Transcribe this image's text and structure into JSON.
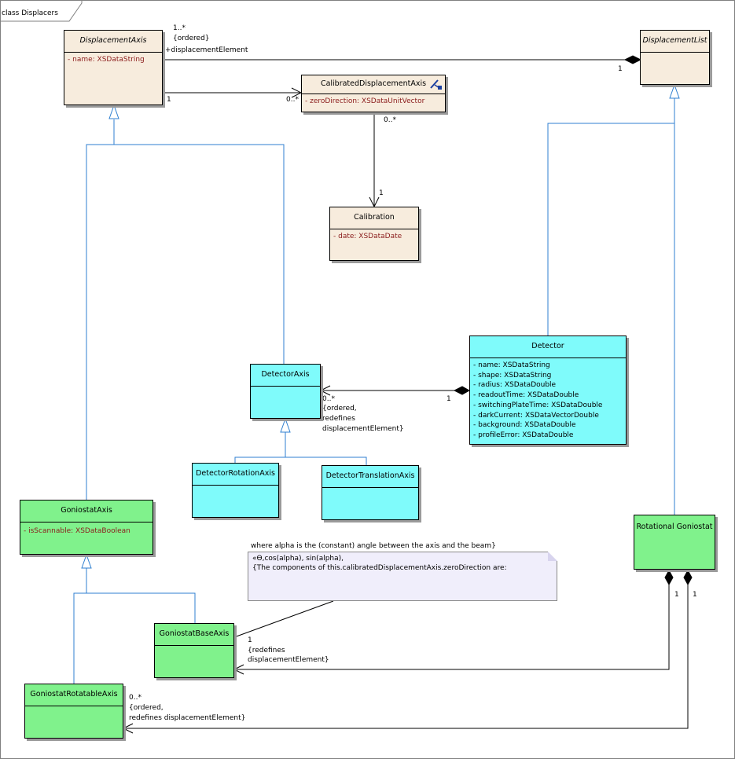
{
  "frame_title": "class Displacers",
  "classes": {
    "displacement_axis": {
      "name": "DisplacementAxis",
      "attrs": [
        "-   name:  XSDataString"
      ]
    },
    "calibrated_axis": {
      "name": "CalibratedDisplacementAxis",
      "attrs": [
        "-   zeroDirection:  XSDataUnitVector"
      ]
    },
    "calibration": {
      "name": "Calibration",
      "attrs": [
        "-   date:  XSDataDate"
      ]
    },
    "displacement_list": {
      "name": "DisplacementList",
      "attrs": []
    },
    "detector": {
      "name": "Detector",
      "attrs": [
        "-   name:  XSDataString",
        "-   shape:  XSDataString",
        "-   radius:  XSDataDouble",
        "-   readoutTime:  XSDataDouble",
        "-   switchingPlateTime:  XSDataDouble",
        "-   darkCurrent:  XSDataVectorDouble",
        "-   background:  XSDataDouble",
        "-   profileError:  XSDataDouble"
      ]
    },
    "detector_axis": {
      "name": "DetectorAxis",
      "attrs": []
    },
    "detector_rotation_axis": {
      "name": "DetectorRotationAxis",
      "attrs": []
    },
    "detector_translation_axis": {
      "name": "DetectorTranslationAxis",
      "attrs": []
    },
    "goniostat_axis": {
      "name": "GoniostatAxis",
      "attrs": [
        "-   isScannable:  XSDataBoolean"
      ]
    },
    "goniostat_base_axis": {
      "name": "GoniostatBaseAxis",
      "attrs": []
    },
    "goniostat_rotatable_axis": {
      "name": "GoniostatRotatableAxis",
      "attrs": []
    },
    "rotational_goniostat": {
      "name": "Rotational Goniostat",
      "attrs": []
    }
  },
  "labels": {
    "da_mult": "1..*",
    "da_ordered": "{ordered}",
    "da_role": "+displacementElement",
    "dl_one": "1",
    "da_cal_one": "1",
    "cal_many": "0..*",
    "cal_down_many": "0..*",
    "calib_one": "1",
    "det_axis_many": "0..*",
    "det_axis_c1": "{ordered,",
    "det_axis_c2": "redefines",
    "det_axis_c3": "displacementElement}",
    "det_one": "1",
    "rg_one_a": "1",
    "rg_one_b": "1",
    "base_one": "1",
    "base_c1": "{redefines",
    "base_c2": "displacementElement}",
    "rot_many": "0..*",
    "rot_c1": "{ordered,",
    "rot_c2": "redefines displacementElement}"
  },
  "note": {
    "line1": "where alpha is the (constant) angle between the axis and the beam}",
    "line2a": "«Ɵ,cos(alpha), sin(alpha),",
    "line2b": "{The components of this.calibratedDisplacementAxis.zeroDirection are:"
  },
  "colors": {
    "beige": "#f7ecdd",
    "cyan": "#7ffbfb",
    "green": "#80f28c",
    "connector_blue": "#2f7fd0",
    "attr_text": "#8b1c1c"
  }
}
